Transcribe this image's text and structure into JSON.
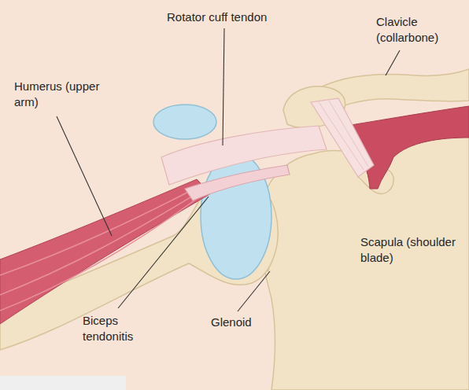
{
  "diagram": {
    "labels": [
      "Rotator cuff tendon",
      "Clavicle (collarbone)",
      "Humerus (upper arm)",
      "Scapula (shoulder blade)",
      "Biceps tendonitis",
      "Glenoid"
    ]
  }
}
